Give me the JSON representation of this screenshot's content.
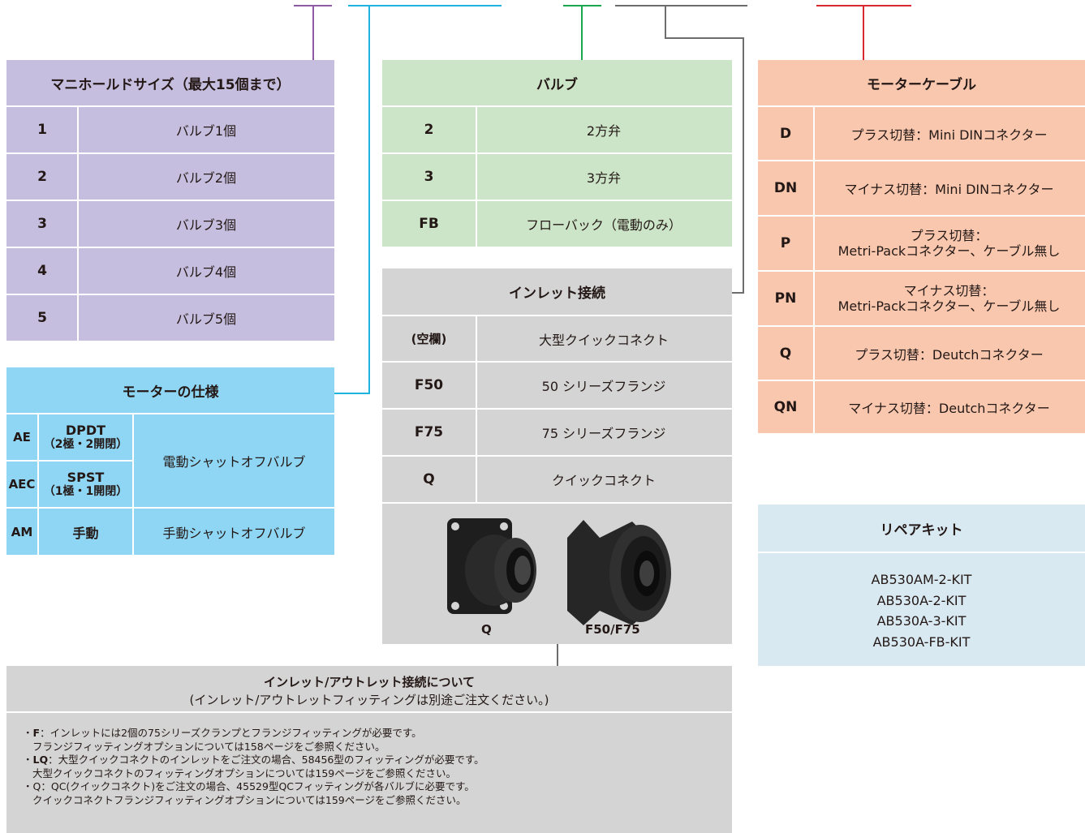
{
  "manifold": {
    "header": "マニホールドサイズ（最大15個まで）",
    "rows": [
      {
        "code": "1",
        "desc": "バルブ1個"
      },
      {
        "code": "2",
        "desc": "バルブ2個"
      },
      {
        "code": "3",
        "desc": "バルブ3個"
      },
      {
        "code": "4",
        "desc": "バルブ4個"
      },
      {
        "code": "5",
        "desc": "バルブ5個"
      }
    ]
  },
  "valve": {
    "header": "バルブ",
    "rows": [
      {
        "code": "2",
        "desc": "2方弁"
      },
      {
        "code": "3",
        "desc": "3方弁"
      },
      {
        "code": "FB",
        "desc": "フローバック（電動のみ）"
      }
    ]
  },
  "cable": {
    "header": "モーターケーブル",
    "rows": [
      {
        "code": "D",
        "desc1": "プラス切替：Mini DINコネクター",
        "desc2": ""
      },
      {
        "code": "DN",
        "desc1": "マイナス切替：Mini DINコネクター",
        "desc2": ""
      },
      {
        "code": "P",
        "desc1": "プラス切替：",
        "desc2": "Metri-Packコネクター、ケーブル無し"
      },
      {
        "code": "PN",
        "desc1": "マイナス切替：",
        "desc2": "Metri-Packコネクター、ケーブル無し"
      },
      {
        "code": "Q",
        "desc1": "プラス切替：Deutchコネクター",
        "desc2": ""
      },
      {
        "code": "QN",
        "desc1": "マイナス切替：Deutchコネクター",
        "desc2": ""
      }
    ]
  },
  "motor": {
    "header": "モーターの仕様",
    "rows": [
      {
        "code": "AE",
        "type1": "DPDT",
        "type2": "（2極・2開閉）"
      },
      {
        "code": "AEC",
        "type1": "SPST",
        "type2": "（1極・1開閉）"
      },
      {
        "code": "AM",
        "type1": "手動",
        "type2": ""
      }
    ],
    "electric_desc": "電動シャットオフバルブ",
    "manual_desc": "手動シャットオフバルブ"
  },
  "inlet": {
    "header": "インレット接続",
    "rows": [
      {
        "code": "(空欄)",
        "desc": "大型クイックコネクト"
      },
      {
        "code": "F50",
        "desc": "50 シリーズフランジ"
      },
      {
        "code": "F75",
        "desc": "75 シリーズフランジ"
      },
      {
        "code": "Q",
        "desc": "クイックコネクト"
      }
    ],
    "images": [
      {
        "label": "Q"
      },
      {
        "label": "F50/F75"
      }
    ]
  },
  "kit": {
    "header": "リペアキット",
    "items": [
      "AB530AM-2-KIT",
      "AB530A-2-KIT",
      "AB530A-3-KIT",
      "AB530A-FB-KIT"
    ]
  },
  "notes": {
    "title": "インレット/アウトレット接続について",
    "subtitle": "(インレット/アウトレットフィッティングは別途ご注文ください。)",
    "items": [
      {
        "bold": "F",
        "line1": "：インレットには2個の75シリーズクランプとフランジフィッティングが必要です。",
        "line2": "フランジフィッティングオプションについては158ページをご参照ください。"
      },
      {
        "bold": "LQ",
        "line1": "：大型クイックコネクトのインレットをご注文の場合、58456型のフィッティングが必要です。",
        "line2": "大型クイックコネクトのフィッティングオプションについては159ページをご参照ください。"
      },
      {
        "bold": "",
        "line1": "Q：QC(クイックコネクト)をご注文の場合、45529型QCフィッティングが各バルブに必要です。",
        "line2": "クイックコネクトフランジフィッティングオプションについては159ページをご参照ください。"
      }
    ]
  },
  "colors": {
    "purple": "#8e5aa2",
    "cyan": "#1fb3e0",
    "green": "#1aa64b",
    "gray": "#6d6d6d",
    "red": "#d7282f"
  }
}
